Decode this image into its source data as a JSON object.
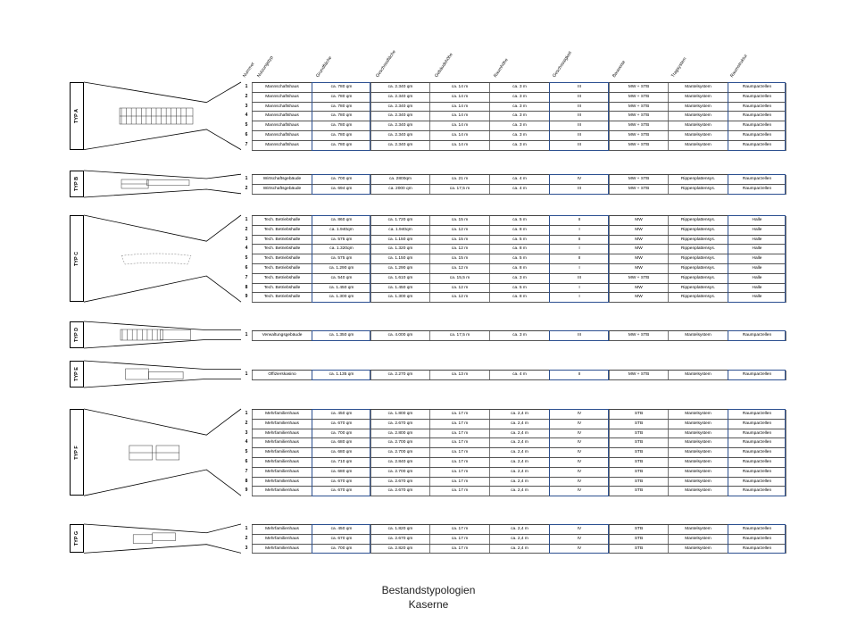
{
  "columns": [
    "Nummer",
    "Nutzungstyp",
    "Grundfläche",
    "Geschossfläche",
    "Gebäudehöhe",
    "Raumhöhe",
    "Geschossigkeit",
    "Bauweise",
    "Tragsystem",
    "Raumstruktur"
  ],
  "types": [
    {
      "label": "TYP A",
      "rows": [
        [
          "1",
          "Mannschaftshaus",
          "ca. 780 qm",
          "ca. 2.340 qm",
          "ca. 14 m",
          "ca. 3 m",
          "III",
          "MW + STB",
          "Mantelsystem",
          "Raumparzellen"
        ],
        [
          "2",
          "Mannschaftshaus",
          "ca. 780 qm",
          "ca. 2.340 qm",
          "ca. 14 m",
          "ca. 3 m",
          "III",
          "MW + STB",
          "Mantelsystem",
          "Raumparzellen"
        ],
        [
          "3",
          "Mannschaftshaus",
          "ca. 780 qm",
          "ca. 2.340 qm",
          "ca. 14 m",
          "ca. 3 m",
          "III",
          "MW + STB",
          "Mantelsystem",
          "Raumparzellen"
        ],
        [
          "4",
          "Mannschaftshaus",
          "ca. 780 qm",
          "ca. 2.340 qm",
          "ca. 14 m",
          "ca. 3 m",
          "III",
          "MW + STB",
          "Mantelsystem",
          "Raumparzellen"
        ],
        [
          "5",
          "Mannschaftshaus",
          "ca. 780 qm",
          "ca. 2.340 qm",
          "ca. 14 m",
          "ca. 3 m",
          "III",
          "MW + STB",
          "Mantelsystem",
          "Raumparzellen"
        ],
        [
          "6",
          "Mannschaftshaus",
          "ca. 780 qm",
          "ca. 2.340 qm",
          "ca. 14 m",
          "ca. 3 m",
          "III",
          "MW + STB",
          "Mantelsystem",
          "Raumparzellen"
        ],
        [
          "7",
          "Mannschaftshaus",
          "ca. 780 qm",
          "ca. 2.340 qm",
          "ca. 14 m",
          "ca. 3 m",
          "III",
          "MW + STB",
          "Mantelsystem",
          "Raumparzellen"
        ]
      ]
    },
    {
      "label": "TYP B",
      "rows": [
        [
          "1",
          "Wirtschaftsgebäude",
          "ca. 700 qm",
          "ca. 2800qm",
          "ca. 21 m",
          "ca. 4 m",
          "IV",
          "MW + STB",
          "Rippenplattensys.",
          "Raumparzellen"
        ],
        [
          "2",
          "Wirtschaftsgebäude",
          "ca. 694 qm",
          "ca. 2000 qm",
          "ca. 17,5 m",
          "ca. 4 m",
          "III",
          "MW + STB",
          "Rippenplattensys.",
          "Raumparzellen"
        ]
      ]
    },
    {
      "label": "TYP C",
      "rows": [
        [
          "1",
          "Tech. Betriebshalle",
          "ca. 860 qm",
          "ca. 1.720 qm",
          "ca. 15 m",
          "ca. 5 m",
          "II",
          "MW",
          "Rippenplattensys.",
          "Halle"
        ],
        [
          "2",
          "Tech. Betriebshalle",
          "ca. 1.940qm",
          "ca. 1.940qm",
          "ca. 12 m",
          "ca. 8 m",
          "I",
          "MW",
          "Rippenplattensys.",
          "Halle"
        ],
        [
          "3",
          "Tech. Betriebshalle",
          "ca. 575 qm",
          "ca. 1.150 qm",
          "ca. 15 m",
          "ca. 5 m",
          "II",
          "MW",
          "Rippenplattensys.",
          "Halle"
        ],
        [
          "4",
          "Tech. Betriebshalle",
          "ca. 1.320qm",
          "ca. 1.320 qm",
          "ca. 12 m",
          "ca. 8 m",
          "I",
          "MW",
          "Rippenplattensys.",
          "Halle"
        ],
        [
          "5",
          "Tech. Betriebshalle",
          "ca. 575 qm",
          "ca. 1.150 qm",
          "ca. 15 m",
          "ca. 5 m",
          "II",
          "MW",
          "Rippenplattensys.",
          "Halle"
        ],
        [
          "6",
          "Tech. Betriebshalle",
          "ca. 1.290 qm",
          "ca. 1.290 qm",
          "ca. 12 m",
          "ca. 8 m",
          "I",
          "MW",
          "Rippenplattensys.",
          "Halle"
        ],
        [
          "7",
          "Tech. Betriebshalle",
          "ca. 540 qm",
          "ca. 1.610 qm",
          "ca. 15,5 m",
          "ca. 3 m",
          "III",
          "MW + STB",
          "Rippenplattensys.",
          "Halle"
        ],
        [
          "8",
          "Tech. Betriebshalle",
          "ca. 1.450 qm",
          "ca. 1.450 qm",
          "ca. 12 m",
          "ca. 5 m",
          "I",
          "MW",
          "Rippenplattensys.",
          "Halle"
        ],
        [
          "9",
          "Tech. Betriebshalle",
          "ca. 1.300 qm",
          "ca. 1.300 qm",
          "ca. 12 m",
          "ca. 8 m",
          "I",
          "MW",
          "Rippenplattensys.",
          "Halle"
        ]
      ]
    },
    {
      "label": "TYP D",
      "rows": [
        [
          "1",
          "Verwaltungsgebäude",
          "ca. 1.350 qm",
          "ca. 4.000 qm",
          "ca. 17,5 m",
          "ca. 3 m",
          "III",
          "MW + STB",
          "Mantelsystem",
          "Raumparzellen"
        ]
      ]
    },
    {
      "label": "TYP E",
      "rows": [
        [
          "1",
          "Offizierskasino",
          "ca. 1.135 qm",
          "ca. 2.270 qm",
          "ca. 13 m",
          "ca. 4 m",
          "II",
          "MW + STB",
          "Mantelsystem",
          "Raumparzellen"
        ]
      ]
    },
    {
      "label": "TYP F",
      "rows": [
        [
          "1",
          "Mehrfamilienhaus",
          "ca. 450 qm",
          "ca. 1.800 qm",
          "ca. 17 m",
          "ca. 2,4 m",
          "IV",
          "STB",
          "Mantelsystem",
          "Raumparzellen"
        ],
        [
          "2",
          "Mehrfamilienhaus",
          "ca. 670 qm",
          "ca. 2.670 qm",
          "ca. 17 m",
          "ca. 2,4 m",
          "IV",
          "STB",
          "Mantelsystem",
          "Raumparzellen"
        ],
        [
          "3",
          "Mehrfamilienhaus",
          "ca. 700 qm",
          "ca. 2.800 qm",
          "ca. 17 m",
          "ca. 2,4 m",
          "IV",
          "STB",
          "Mantelsystem",
          "Raumparzellen"
        ],
        [
          "4",
          "Mehrfamilienhaus",
          "ca. 680 qm",
          "ca. 2.700 qm",
          "ca. 17 m",
          "ca. 2,4 m",
          "IV",
          "STB",
          "Mantelsystem",
          "Raumparzellen"
        ],
        [
          "5",
          "Mehrfamilienhaus",
          "ca. 680 qm",
          "ca. 2.700 qm",
          "ca. 17 m",
          "ca. 2,4 m",
          "IV",
          "STB",
          "Mantelsystem",
          "Raumparzellen"
        ],
        [
          "6",
          "Mehrfamilienhaus",
          "ca. 710 qm",
          "ca. 2.840 qm",
          "ca. 17 m",
          "ca. 2,4 m",
          "IV",
          "STB",
          "Mantelsystem",
          "Raumparzellen"
        ],
        [
          "7",
          "Mehrfamilienhaus",
          "ca. 680 qm",
          "ca. 2.700 qm",
          "ca. 17 m",
          "ca. 2,4 m",
          "IV",
          "STB",
          "Mantelsystem",
          "Raumparzellen"
        ],
        [
          "8",
          "Mehrfamilienhaus",
          "ca. 670 qm",
          "ca. 2.670 qm",
          "ca. 17 m",
          "ca. 2,4 m",
          "IV",
          "STB",
          "Mantelsystem",
          "Raumparzellen"
        ],
        [
          "9",
          "Mehrfamilienhaus",
          "ca. 670 qm",
          "ca. 2.670 qm",
          "ca. 17 m",
          "ca. 2,4 m",
          "IV",
          "STB",
          "Mantelsystem",
          "Raumparzellen"
        ]
      ]
    },
    {
      "label": "TYP G",
      "rows": [
        [
          "1",
          "Mehrfamilienhaus",
          "ca. 450 qm",
          "ca. 1.820 qm",
          "ca. 17 m",
          "ca. 2,4 m",
          "IV",
          "STB",
          "Mantelsystem",
          "Raumparzellen"
        ],
        [
          "2",
          "Mehrfamilienhaus",
          "ca. 670 qm",
          "ca. 2.670 qm",
          "ca. 17 m",
          "ca. 2,4 m",
          "IV",
          "STB",
          "Mantelsystem",
          "Raumparzellen"
        ],
        [
          "3",
          "Mehrfamilienhaus",
          "ca. 700 qm",
          "ca. 2.820 qm",
          "ca. 17 m",
          "ca. 2,4 m",
          "IV",
          "STB",
          "Mantelsystem",
          "Raumparzellen"
        ]
      ]
    }
  ],
  "footer": {
    "title": "Bestandstypologien",
    "subtitle": "Kaserne"
  },
  "colors": {
    "highlight": "#2c4f8f",
    "line": "#555555"
  }
}
